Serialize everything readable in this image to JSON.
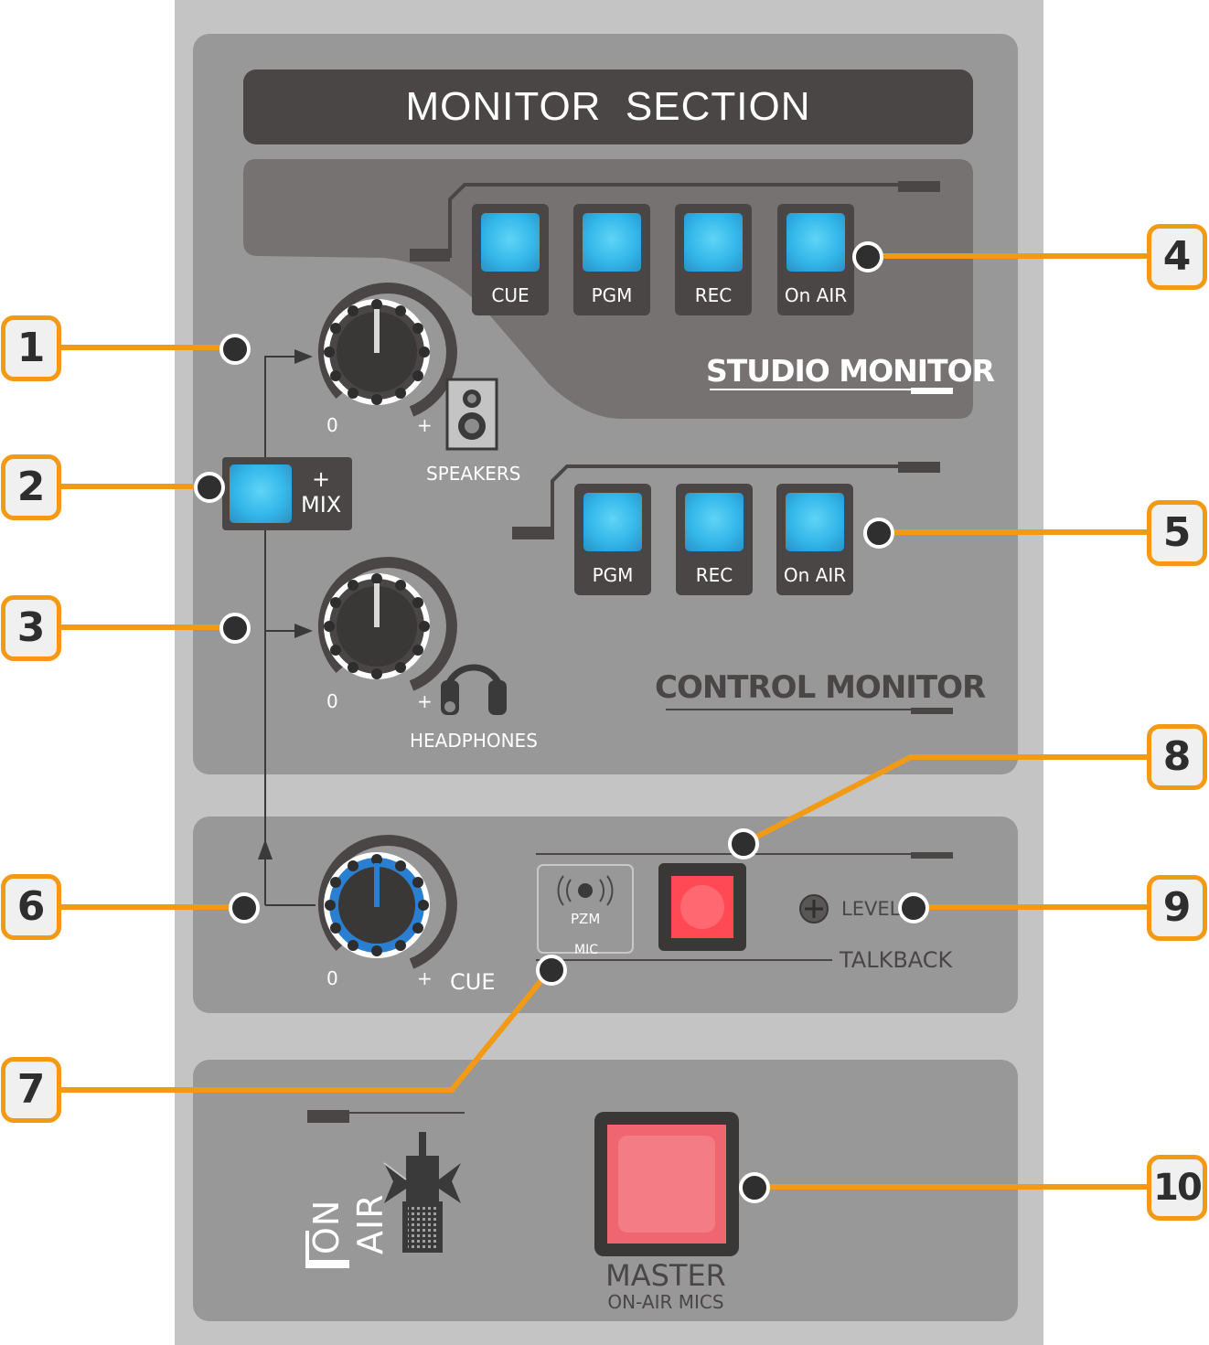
{
  "title": "MONITOR  SECTION",
  "studio_monitor": {
    "label": "STUDIO MONITOR",
    "buttons": [
      {
        "label": "CUE"
      },
      {
        "label": "PGM"
      },
      {
        "label": "REC"
      },
      {
        "label": "On AIR"
      }
    ]
  },
  "control_monitor": {
    "label": "CONTROL MONITOR",
    "buttons": [
      {
        "label": "PGM"
      },
      {
        "label": "REC"
      },
      {
        "label": "On AIR"
      }
    ]
  },
  "mix_button": {
    "plus": "+",
    "label": "MIX"
  },
  "speakers_knob": {
    "min": "0",
    "max": "+",
    "label": "SPEAKERS"
  },
  "headphones_knob": {
    "min": "0",
    "max": "+",
    "label": "HEADPHONES"
  },
  "cue_knob": {
    "min": "0",
    "max": "+",
    "label": "CUE"
  },
  "talkback": {
    "pzm": "PZM",
    "mic": "MIC",
    "level": "LEVEL",
    "label": "TALKBACK"
  },
  "on_air": {
    "label": "ON AIR"
  },
  "master": {
    "label": "MASTER",
    "sub": "ON-AIR MICS"
  },
  "callouts": [
    "1",
    "2",
    "3",
    "4",
    "5",
    "6",
    "7",
    "8",
    "9",
    "10"
  ],
  "colors": {
    "callout": "#f39a14",
    "blue_button": "#33b7ea",
    "red_button": "#ff4a55",
    "cue_knob_ring": "#2a7fd0"
  }
}
